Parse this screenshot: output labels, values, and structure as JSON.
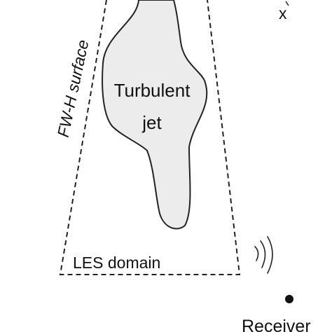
{
  "diagram": {
    "labels": {
      "jet_line1": "Turbulent",
      "jet_line2": "jet",
      "fwh_surface": "FW-H surface",
      "les_domain": "LES domain",
      "receiver": "Receiver",
      "axis_x": "x"
    },
    "colors": {
      "jet_fill": "#ececec",
      "stroke": "#222222",
      "text": "#111111",
      "background": "#ffffff"
    },
    "icons": [
      "sound-wave-icon",
      "receiver-dot-icon"
    ]
  }
}
